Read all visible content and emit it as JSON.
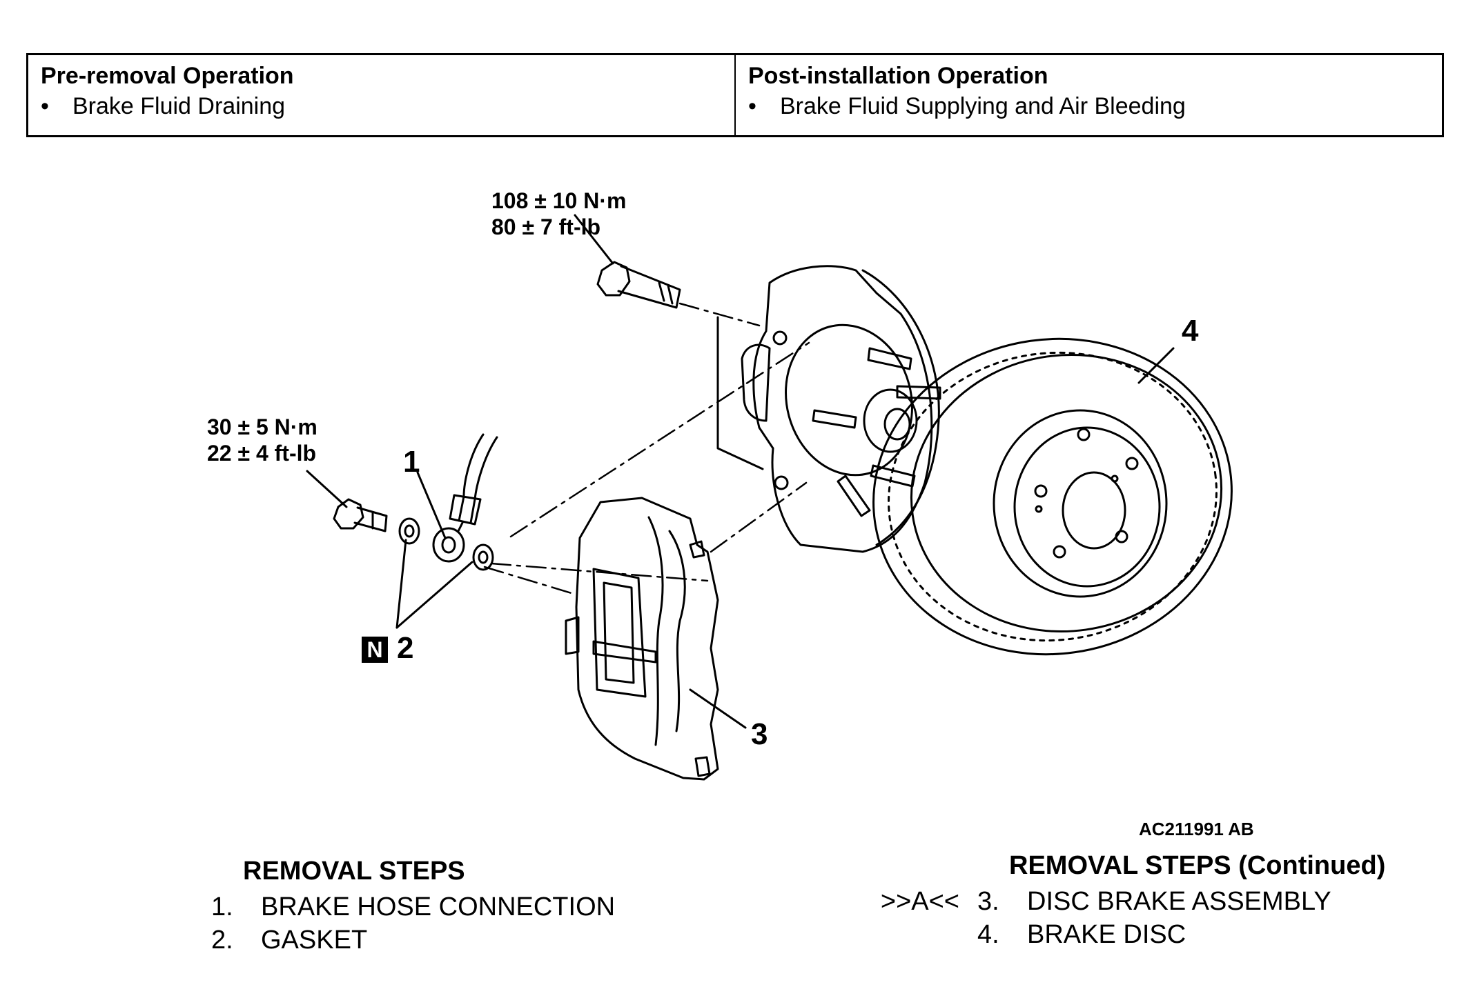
{
  "operations": {
    "pre_removal": {
      "title": "Pre-removal Operation",
      "items": [
        "Brake Fluid Draining"
      ]
    },
    "post_installation": {
      "title": "Post-installation Operation",
      "items": [
        "Brake Fluid Supplying and Air Bleeding"
      ]
    }
  },
  "diagram": {
    "torque_upper": {
      "line1": "108 ± 10 N·m",
      "line2": "80 ± 7 ft-lb"
    },
    "torque_lower": {
      "line1": "30 ± 5 N·m",
      "line2": "22 ± 4 ft-lb"
    },
    "callouts": {
      "c1": "1",
      "c2": "2",
      "c3": "3",
      "c4": "4",
      "badge": "N"
    },
    "figure_code": "AC211991 AB"
  },
  "removal_steps": {
    "title": "REMOVAL STEPS",
    "items": [
      {
        "num": "1.",
        "label": "BRAKE HOSE CONNECTION"
      },
      {
        "num": "2.",
        "label": "GASKET"
      }
    ]
  },
  "removal_steps_continued": {
    "title": "REMOVAL STEPS (Continued)",
    "items": [
      {
        "ref": ">>A<<",
        "num": "3.",
        "label": "DISC BRAKE ASSEMBLY"
      },
      {
        "ref": "",
        "num": "4.",
        "label": "BRAKE DISC"
      }
    ]
  }
}
